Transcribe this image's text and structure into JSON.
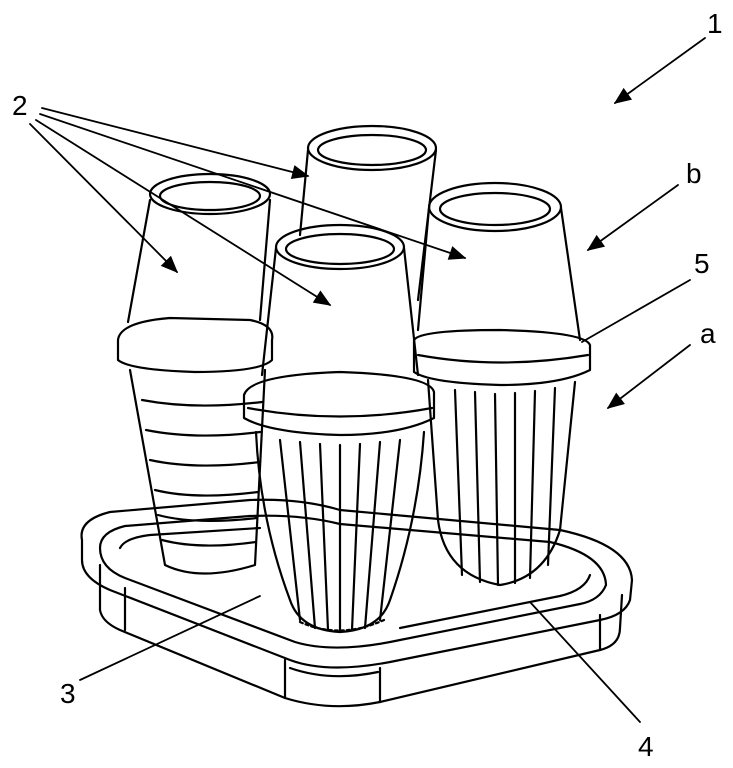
{
  "labels": {
    "assembly": "1",
    "upper_parts": "2",
    "base_tray_inner": "3",
    "tray_rim": "4",
    "flange": "5",
    "lower_section": "a",
    "upper_section": "b"
  }
}
